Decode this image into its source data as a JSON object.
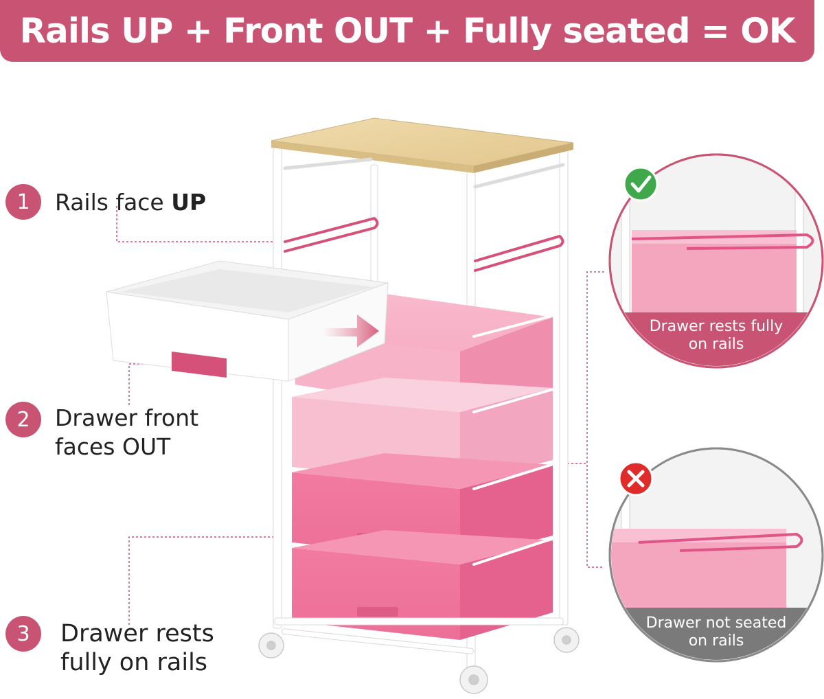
{
  "banner": {
    "title": "Rails UP + Front OUT + Fully seated = OK"
  },
  "steps": [
    {
      "number": "1",
      "label": "Rails face ",
      "label_bold": "UP"
    },
    {
      "number": "2",
      "label_line1": "Drawer front",
      "label_line2": "faces OUT"
    },
    {
      "number": "3",
      "label_line1": "Drawer rests",
      "label_line2": "fully on rails"
    }
  ],
  "examples": {
    "correct": {
      "caption_line1": "Drawer rests fully",
      "caption_line2": "on rails",
      "icon": "check-icon"
    },
    "incorrect": {
      "caption_line1": "Drawer not seated",
      "caption_line2": "on rails",
      "icon": "x-icon"
    }
  },
  "colors": {
    "accent": "#c85373",
    "check": "#3ea84a",
    "cross": "#e02b2b"
  }
}
